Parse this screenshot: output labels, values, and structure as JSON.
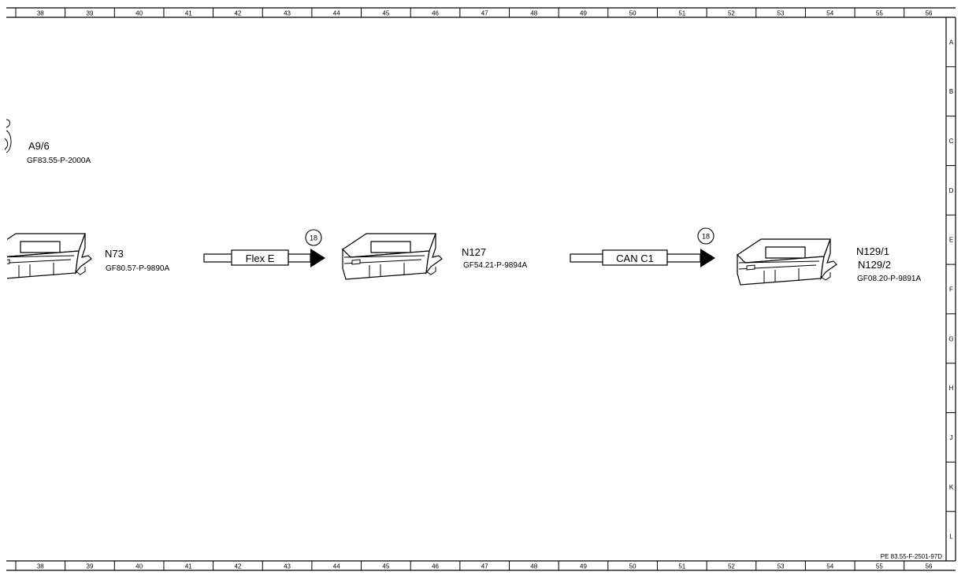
{
  "grid": {
    "columns": [
      "38",
      "39",
      "40",
      "41",
      "42",
      "43",
      "44",
      "45",
      "46",
      "47",
      "48",
      "49",
      "50",
      "51",
      "52",
      "53",
      "54",
      "55",
      "56"
    ],
    "rows": [
      "A",
      "B",
      "C",
      "D",
      "E",
      "F",
      "G",
      "H",
      "J",
      "K",
      "L"
    ]
  },
  "components": [
    {
      "id": "A9/6",
      "ref": "GF83.55-P-2000A"
    },
    {
      "id": "N73",
      "ref": "GF80.57-P-9890A"
    },
    {
      "id": "N127",
      "ref": "GF54.21-P-9894A"
    },
    {
      "id": "N129/1",
      "id2": "N129/2",
      "ref": "GF08.20-P-9891A"
    }
  ],
  "connections": [
    {
      "bus": "Flex E",
      "ref_number": "18"
    },
    {
      "bus": "CAN C1",
      "ref_number": "18"
    }
  ],
  "drawing_code": "PE 83.55-F-2501-97D"
}
